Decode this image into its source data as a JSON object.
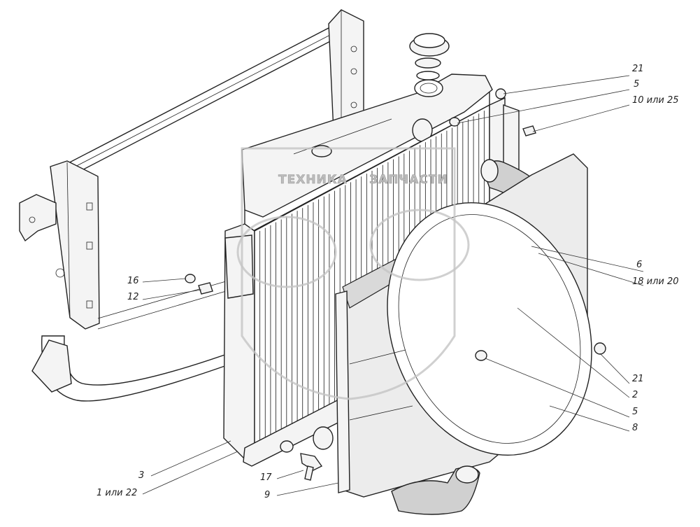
{
  "watermark": {
    "left_word": "ТЕХНИКА",
    "right_word": "ЗАПЧАСТИ"
  },
  "callouts": [
    {
      "id": "c21a",
      "label": "21"
    },
    {
      "id": "c5a",
      "label": "5"
    },
    {
      "id": "c10",
      "label": "10 или 25"
    },
    {
      "id": "c6",
      "label": "6"
    },
    {
      "id": "c18",
      "label": "18 или 20"
    },
    {
      "id": "c16",
      "label": "16"
    },
    {
      "id": "c12",
      "label": "12"
    },
    {
      "id": "c21b",
      "label": "21"
    },
    {
      "id": "c2",
      "label": "2"
    },
    {
      "id": "c5b",
      "label": "5"
    },
    {
      "id": "c8",
      "label": "8"
    },
    {
      "id": "c3",
      "label": "3"
    },
    {
      "id": "c1",
      "label": "1 или 22"
    },
    {
      "id": "c17",
      "label": "17"
    },
    {
      "id": "c9",
      "label": "9"
    }
  ]
}
